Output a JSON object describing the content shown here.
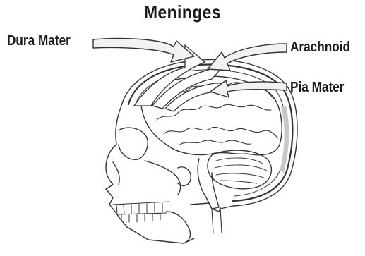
{
  "title": "Meninges",
  "labels": {
    "dura": "Dura Mater",
    "arachnoid": "Arachnoid",
    "pia": "Pia Mater"
  },
  "colors": {
    "ink": "#1a1a1a",
    "line": "#333333",
    "arrow_fill": "#f2f2f2",
    "shade": "#c8c8c8",
    "background": "#ffffff"
  }
}
